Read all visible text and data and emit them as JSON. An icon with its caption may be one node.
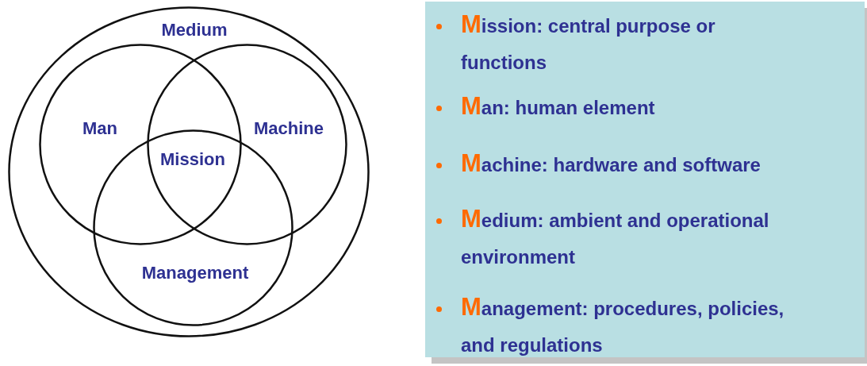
{
  "diagram": {
    "nodes": [
      {
        "text": [
          "Medium"
        ]
      },
      {
        "text": [
          "Man"
        ],
        "in": 0
      },
      {
        "text": [
          "Machine"
        ],
        "in": 0
      },
      {
        "text": [
          "Management"
        ],
        "in": 0
      },
      {
        "text": [
          "Mission: central purpose or functions",
          "Man: human element",
          "Machine: hardware and software",
          "Medium: ambient and operational environment",
          "Management: procedures, policies, and regulations"
        ]
      }
    ],
    "labels": [
      "Mission"
    ]
  }
}
